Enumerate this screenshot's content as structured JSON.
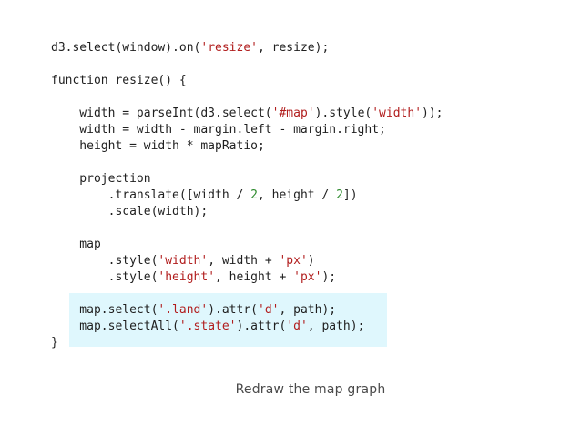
{
  "code": {
    "lines": [
      [
        {
          "t": "d3.select(window).on(",
          "k": "plain"
        },
        {
          "t": "'resize'",
          "k": "str"
        },
        {
          "t": ", resize);",
          "k": "plain"
        }
      ],
      [],
      [
        {
          "t": "function ",
          "k": "plain"
        },
        {
          "t": "resize",
          "k": "fn"
        },
        {
          "t": "() {",
          "k": "plain"
        }
      ],
      [],
      [
        {
          "t": "    width = parseInt(d3.select(",
          "k": "plain"
        },
        {
          "t": "'#map'",
          "k": "str"
        },
        {
          "t": ").style(",
          "k": "plain"
        },
        {
          "t": "'width'",
          "k": "str"
        },
        {
          "t": "));",
          "k": "plain"
        }
      ],
      [
        {
          "t": "    width = width - margin.left - margin.right;",
          "k": "plain"
        }
      ],
      [
        {
          "t": "    height = width * mapRatio;",
          "k": "plain"
        }
      ],
      [],
      [
        {
          "t": "    projection",
          "k": "plain"
        }
      ],
      [
        {
          "t": "        .translate([width / ",
          "k": "plain"
        },
        {
          "t": "2",
          "k": "num"
        },
        {
          "t": ", height / ",
          "k": "plain"
        },
        {
          "t": "2",
          "k": "num"
        },
        {
          "t": "])",
          "k": "plain"
        }
      ],
      [
        {
          "t": "        .scale(width);",
          "k": "plain"
        }
      ],
      [],
      [
        {
          "t": "    map",
          "k": "plain"
        }
      ],
      [
        {
          "t": "        .style(",
          "k": "plain"
        },
        {
          "t": "'width'",
          "k": "str"
        },
        {
          "t": ", width + ",
          "k": "plain"
        },
        {
          "t": "'px'",
          "k": "str"
        },
        {
          "t": ")",
          "k": "plain"
        }
      ],
      [
        {
          "t": "        .style(",
          "k": "plain"
        },
        {
          "t": "'height'",
          "k": "str"
        },
        {
          "t": ", height + ",
          "k": "plain"
        },
        {
          "t": "'px'",
          "k": "str"
        },
        {
          "t": ");",
          "k": "plain"
        }
      ],
      [],
      [
        {
          "t": "    map.select(",
          "k": "plain"
        },
        {
          "t": "'.land'",
          "k": "str"
        },
        {
          "t": ").attr(",
          "k": "plain"
        },
        {
          "t": "'d'",
          "k": "str"
        },
        {
          "t": ", path);",
          "k": "plain"
        }
      ],
      [
        {
          "t": "    map.selectAll(",
          "k": "plain"
        },
        {
          "t": "'.state'",
          "k": "str"
        },
        {
          "t": ").attr(",
          "k": "plain"
        },
        {
          "t": "'d'",
          "k": "str"
        },
        {
          "t": ", path);",
          "k": "plain"
        }
      ],
      [
        {
          "t": "}",
          "k": "plain"
        }
      ]
    ],
    "colors": {
      "plain": "#1f1f1f",
      "fn": "#1f1f1f",
      "str": "#b11d1d",
      "num": "#2e8b2e",
      "highlight": "#dff7fd"
    }
  },
  "caption": "Redraw the map graph"
}
